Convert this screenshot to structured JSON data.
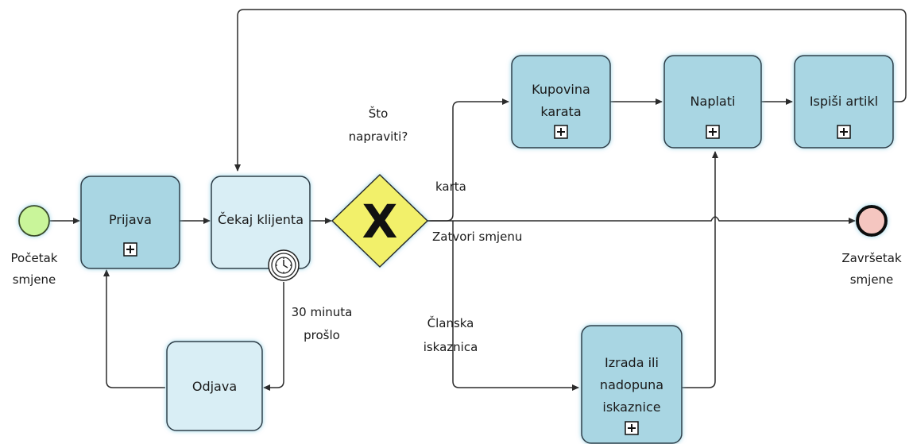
{
  "diagram": {
    "start_event": {
      "label_line1": "Početak",
      "label_line2": "smjene"
    },
    "end_event": {
      "label_line1": "Završetak",
      "label_line2": "smjene"
    },
    "tasks": {
      "prijava": {
        "line1": "Prijava"
      },
      "cekaj": {
        "line1": "Čekaj klijenta"
      },
      "odjava": {
        "line1": "Odjava"
      },
      "kupovina": {
        "line1": "Kupovina",
        "line2": "karata"
      },
      "naplati": {
        "line1": "Naplati"
      },
      "ispisi": {
        "line1": "Ispiši artikl"
      },
      "izrada": {
        "line1": "Izrada ili",
        "line2": "nadopuna",
        "line3": "iskaznice"
      }
    },
    "gateway": {
      "symbol": "X",
      "question_line1": "Što",
      "question_line2": "napraviti?"
    },
    "edge_labels": {
      "karta": "karta",
      "zatvori": "Zatvori smjenu",
      "clanska_line1": "Članska",
      "clanska_line2": "iskaznica",
      "timer_line1": "30 minuta",
      "timer_line2": "prošlo"
    },
    "colors": {
      "task_dark": "#a9d6e3",
      "task_light": "#d9eef5",
      "task_border": "#2d3b44",
      "start_fill": "#c9f59a",
      "end_fill": "#f5c6c0",
      "gateway_fill": "#f2f06a"
    }
  }
}
